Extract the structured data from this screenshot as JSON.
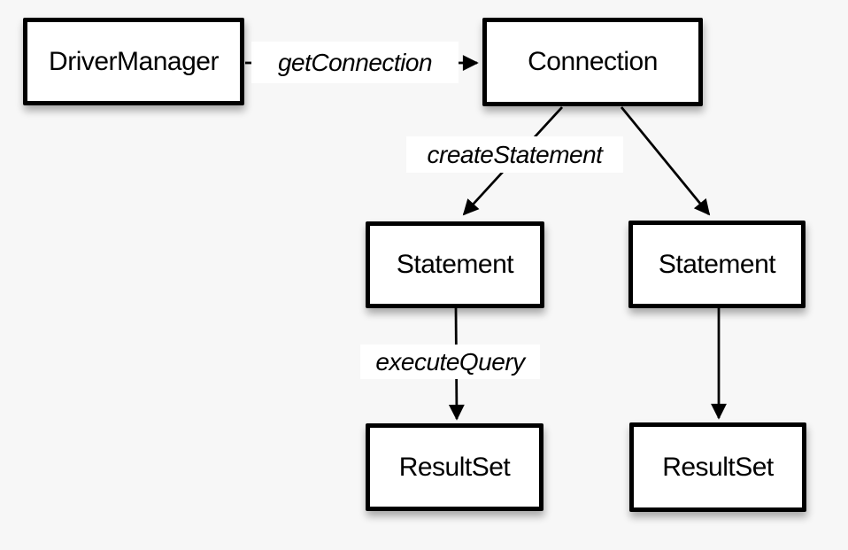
{
  "colors": {
    "background": "#f7f7f7",
    "node_fill": "#ffffff",
    "node_border": "#000000",
    "line": "#000000",
    "text": "#000000",
    "edge_label_bg": "#ffffff"
  },
  "diagram": {
    "type": "flow-diagram",
    "nodes": [
      {
        "id": "driver-manager",
        "label": "DriverManager"
      },
      {
        "id": "connection",
        "label": "Connection"
      },
      {
        "id": "statement-1",
        "label": "Statement"
      },
      {
        "id": "statement-2",
        "label": "Statement"
      },
      {
        "id": "resultset-1",
        "label": "ResultSet"
      },
      {
        "id": "resultset-2",
        "label": "ResultSet"
      }
    ],
    "edges": [
      {
        "from": "driver-manager",
        "to": "connection",
        "label": "getConnection"
      },
      {
        "from": "connection",
        "to": "statement-1",
        "label": "createStatement"
      },
      {
        "from": "connection",
        "to": "statement-2",
        "label": ""
      },
      {
        "from": "statement-1",
        "to": "resultset-1",
        "label": "executeQuery"
      },
      {
        "from": "statement-2",
        "to": "resultset-2",
        "label": ""
      }
    ]
  }
}
